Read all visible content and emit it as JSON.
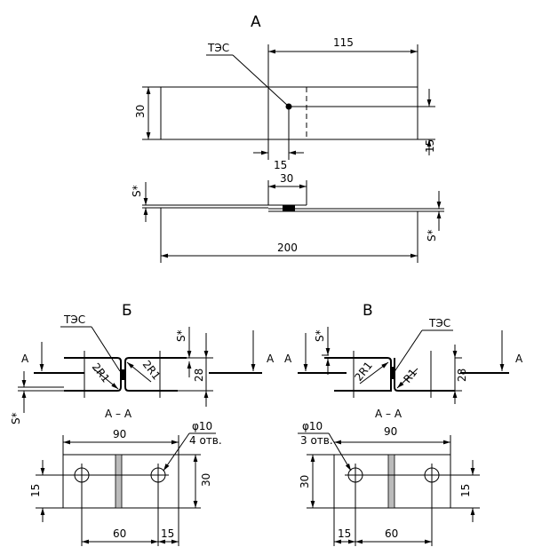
{
  "view_a": {
    "title": "А",
    "weld_label": "ТЭС",
    "dim_115": "115",
    "dim_30": "30",
    "dim_15_bottom": "15",
    "dim_15_right": "15"
  },
  "side_view": {
    "dim_30": "30",
    "dim_200": "200",
    "s_left": "S*",
    "s_right": "S*"
  },
  "view_b": {
    "title": "Б",
    "weld_label": "ТЭС",
    "radius_left": "2R1",
    "radius_right": "2R1",
    "dim_28": "28",
    "s_top": "S*",
    "s_bottom": "S*",
    "section_left": "А",
    "section_right": "А",
    "section_title": "А – А",
    "plan": {
      "dim_90": "90",
      "dim_30": "30",
      "dim_15_left": "15",
      "dim_60": "60",
      "dim_15_bottom": "15",
      "hole_dia": "φ10",
      "hole_count": "4 отв."
    }
  },
  "view_v": {
    "title": "В",
    "weld_label": "ТЭС",
    "radius_left": "2R1",
    "radius_right": "R1",
    "dim_28": "28",
    "s_top": "S*",
    "section_left": "А",
    "section_right": "А",
    "section_title": "А – А",
    "plan": {
      "dim_90": "90",
      "dim_30": "30",
      "dim_15_right": "15",
      "dim_60": "60",
      "dim_15_bottom": "15",
      "hole_dia": "φ10",
      "hole_count": "3 отв."
    }
  }
}
